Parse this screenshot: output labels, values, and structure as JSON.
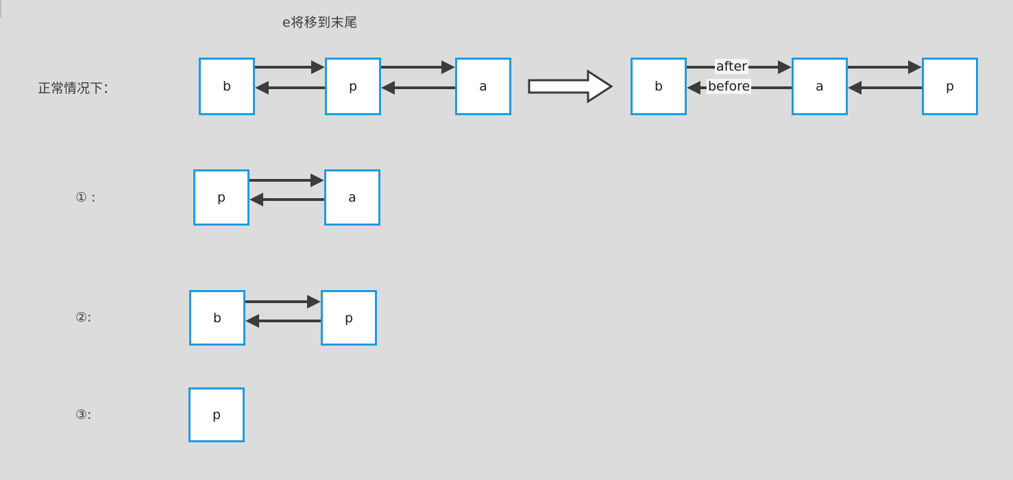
{
  "diagram": {
    "title": "e将移到末尾",
    "background_color": "#dcdcdc",
    "node_border_color": "#1e9be0",
    "node_fill_color": "#ffffff",
    "arrow_color": "#3c3c3c",
    "rows": [
      {
        "label": "正常情况下：",
        "left_list": {
          "nodes": [
            "b",
            "p",
            "a"
          ]
        },
        "transition_icon": "block-arrow-right-icon",
        "right_list": {
          "nodes": [
            "b",
            "a",
            "p"
          ],
          "edge_labels": {
            "forward": "after",
            "backward": "before"
          }
        }
      },
      {
        "label": "① :",
        "nodes": [
          "p",
          "a"
        ]
      },
      {
        "label": "②:",
        "nodes": [
          "b",
          "p"
        ]
      },
      {
        "label": "③:",
        "nodes": [
          "p"
        ]
      }
    ]
  }
}
